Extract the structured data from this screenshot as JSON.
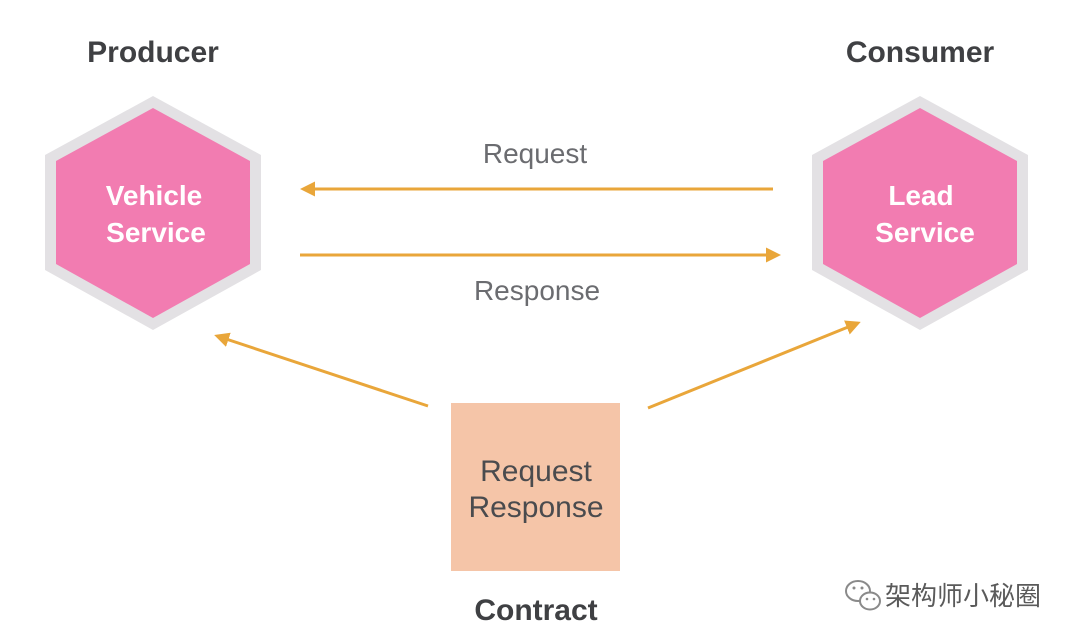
{
  "producer": {
    "role_label": "Producer",
    "service_lines": [
      "Vehicle",
      "Service"
    ]
  },
  "consumer": {
    "role_label": "Consumer",
    "service_lines": [
      "Lead",
      "Service"
    ]
  },
  "arrows": {
    "request_label": "Request",
    "response_label": "Response"
  },
  "contract": {
    "box_lines": [
      "Request",
      "Response"
    ],
    "label": "Contract"
  },
  "watermark": {
    "text": "架构师小秘圈",
    "icon": "wechat-icon"
  },
  "colors": {
    "hexagon_fill": "#f27cb1",
    "hexagon_border": "#e3e1e4",
    "arrow": "#e9a63a",
    "contract_box": "#f5c5a8",
    "role_text": "#3f4043",
    "arrow_text": "#6b6c70"
  }
}
